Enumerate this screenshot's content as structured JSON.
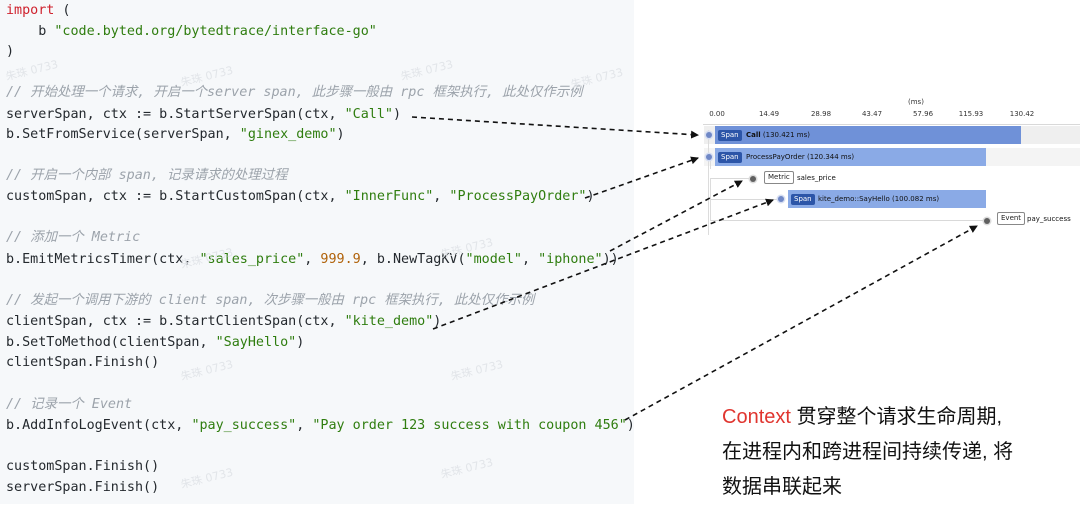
{
  "code": [
    {
      "tokens": [
        {
          "t": "import",
          "c": "kw"
        },
        {
          "t": " (",
          "c": ""
        }
      ]
    },
    {
      "tokens": [
        {
          "t": "    b ",
          "c": ""
        },
        {
          "t": "\"code.byted.org/bytedtrace/interface-go\"",
          "c": "str"
        }
      ]
    },
    {
      "tokens": [
        {
          "t": ")",
          "c": ""
        }
      ]
    },
    {
      "tokens": []
    },
    {
      "tokens": [
        {
          "t": "// 开始处理一个请求, 开启一个server span, 此步骤一般由 rpc 框架执行, 此处仅作示例",
          "c": "cmt"
        }
      ]
    },
    {
      "tokens": [
        {
          "t": "serverSpan, ctx := b.StartServerSpan(ctx, ",
          "c": ""
        },
        {
          "t": "\"Call\"",
          "c": "str"
        },
        {
          "t": ")",
          "c": ""
        }
      ]
    },
    {
      "tokens": [
        {
          "t": "b.SetFromService(serverSpan, ",
          "c": ""
        },
        {
          "t": "\"ginex_demo\"",
          "c": "str"
        },
        {
          "t": ")",
          "c": ""
        }
      ]
    },
    {
      "tokens": []
    },
    {
      "tokens": [
        {
          "t": "// 开启一个内部 span, 记录请求的处理过程",
          "c": "cmt"
        }
      ]
    },
    {
      "tokens": [
        {
          "t": "customSpan, ctx := b.StartCustomSpan(ctx, ",
          "c": ""
        },
        {
          "t": "\"InnerFunc\"",
          "c": "str"
        },
        {
          "t": ", ",
          "c": ""
        },
        {
          "t": "\"ProcessPayOrder\"",
          "c": "str"
        },
        {
          "t": ")",
          "c": ""
        }
      ]
    },
    {
      "tokens": []
    },
    {
      "tokens": [
        {
          "t": "// 添加一个 Metric",
          "c": "cmt"
        }
      ]
    },
    {
      "tokens": [
        {
          "t": "b.EmitMetricsTimer(ctx, ",
          "c": ""
        },
        {
          "t": "\"sales_price\"",
          "c": "str"
        },
        {
          "t": ", ",
          "c": ""
        },
        {
          "t": "999.9",
          "c": "num"
        },
        {
          "t": ", b.NewTagKV(",
          "c": ""
        },
        {
          "t": "\"model\"",
          "c": "str"
        },
        {
          "t": ", ",
          "c": ""
        },
        {
          "t": "\"iphone\"",
          "c": "str"
        },
        {
          "t": "))",
          "c": ""
        }
      ]
    },
    {
      "tokens": []
    },
    {
      "tokens": [
        {
          "t": "// 发起一个调用下游的 client span, 次步骤一般由 rpc 框架执行, 此处仅作示例",
          "c": "cmt"
        }
      ]
    },
    {
      "tokens": [
        {
          "t": "clientSpan, ctx := b.StartClientSpan(ctx, ",
          "c": ""
        },
        {
          "t": "\"kite_demo\"",
          "c": "str"
        },
        {
          "t": ")",
          "c": ""
        }
      ]
    },
    {
      "tokens": [
        {
          "t": "b.SetToMethod(clientSpan, ",
          "c": ""
        },
        {
          "t": "\"SayHello\"",
          "c": "str"
        },
        {
          "t": ")",
          "c": ""
        }
      ]
    },
    {
      "tokens": [
        {
          "t": "clientSpan.Finish()",
          "c": ""
        }
      ]
    },
    {
      "tokens": []
    },
    {
      "tokens": [
        {
          "t": "// 记录一个 Event",
          "c": "cmt"
        }
      ]
    },
    {
      "tokens": [
        {
          "t": "b.AddInfoLogEvent(ctx, ",
          "c": ""
        },
        {
          "t": "\"pay_success\"",
          "c": "str"
        },
        {
          "t": ", ",
          "c": ""
        },
        {
          "t": "\"Pay order 123 success with coupon 456\"",
          "c": "str"
        },
        {
          "t": ")",
          "c": ""
        }
      ]
    },
    {
      "tokens": []
    },
    {
      "tokens": [
        {
          "t": "customSpan.Finish()",
          "c": ""
        }
      ]
    },
    {
      "tokens": [
        {
          "t": "serverSpan.Finish()",
          "c": ""
        }
      ]
    }
  ],
  "watermark": "朱珠 0733",
  "trace": {
    "unit_label": "(ms)",
    "ticks": [
      "0.00",
      "14.49",
      "28.98",
      "43.47",
      "57.96",
      "115.93",
      "130.42"
    ],
    "rows": [
      {
        "kind": "span",
        "tag": "Span",
        "name": "Call",
        "duration": "(130.421 ms)"
      },
      {
        "kind": "span",
        "tag": "Span",
        "name": "ProcessPayOrder",
        "duration": "(120.344 ms)"
      },
      {
        "kind": "metric",
        "tag": "Metric",
        "name": "sales_price"
      },
      {
        "kind": "span",
        "tag": "Span",
        "name": "kite_demo::SayHello",
        "duration": "(100.082 ms)"
      },
      {
        "kind": "event",
        "tag": "Event",
        "name": "pay_success"
      }
    ]
  },
  "caption": {
    "accent": "Context",
    "line1_rest": " 贯穿整个请求生命周期,",
    "line2": "在进程内和跨进程间持续传递, 将",
    "line3": "数据串联起来",
    "accent_color": "#e0352f"
  }
}
